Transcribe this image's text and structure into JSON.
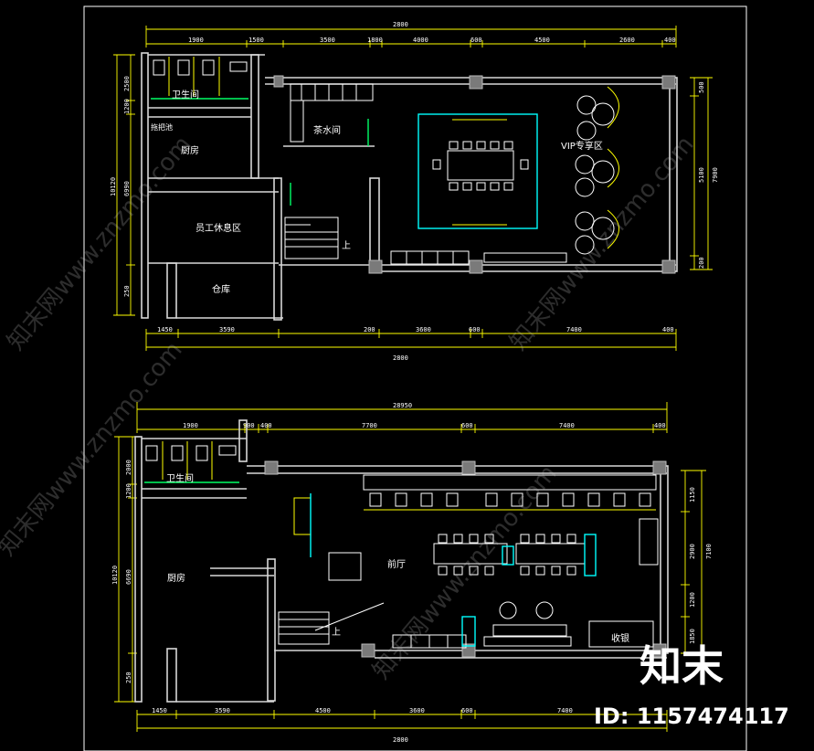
{
  "upper_plan": {
    "top_dims": [
      "2800",
      "1900",
      "1500",
      "3500",
      "1800",
      "4000",
      "600",
      "4500",
      "2600",
      "400"
    ],
    "bottom_dims": [
      "1450",
      "3590",
      "200",
      "3600",
      "600",
      "7400",
      "400"
    ],
    "bottom_total": "2800",
    "left_dims": [
      "2500",
      "1200",
      "10120",
      "6990",
      "250"
    ],
    "right_dims": [
      "500",
      "5100",
      "7900",
      "200"
    ],
    "rooms": {
      "toilet": "卫生间",
      "mop": "拖把池",
      "kitchen": "厨房",
      "tea_room": "茶水间",
      "staff_rest": "员工休息区",
      "storage": "仓库",
      "vip_area": "VIP专享区",
      "up_label": "上"
    }
  },
  "lower_plan": {
    "top_dims": [
      "28950",
      "1900",
      "900",
      "400",
      "7700",
      "600",
      "7400",
      "400"
    ],
    "bottom_dims": [
      "1450",
      "3590",
      "4500",
      "3600",
      "600",
      "7400"
    ],
    "bottom_total": "2800",
    "left_dims": [
      "2000",
      "1200",
      "10120",
      "6690",
      "250"
    ],
    "right_dims": [
      "1150",
      "2900",
      "7100",
      "1200",
      "1850"
    ],
    "rooms": {
      "toilet": "卫生间",
      "kitchen": "厨房",
      "lobby": "前厅",
      "cashier": "收银",
      "up_label": "上"
    }
  },
  "watermarks": [
    "知末网www.znzmo.com",
    "知末网www.znzmo.com",
    "知末网www.znzmo.com",
    "知末网www.znzmo.com"
  ],
  "brand": "知末",
  "id_label": "ID: 1157474117",
  "colors": {
    "background": "#000000",
    "walls": "#d8d8d8",
    "dimensions": "#ffff00",
    "glass": "#00ffff",
    "doors": "#00ff66"
  }
}
